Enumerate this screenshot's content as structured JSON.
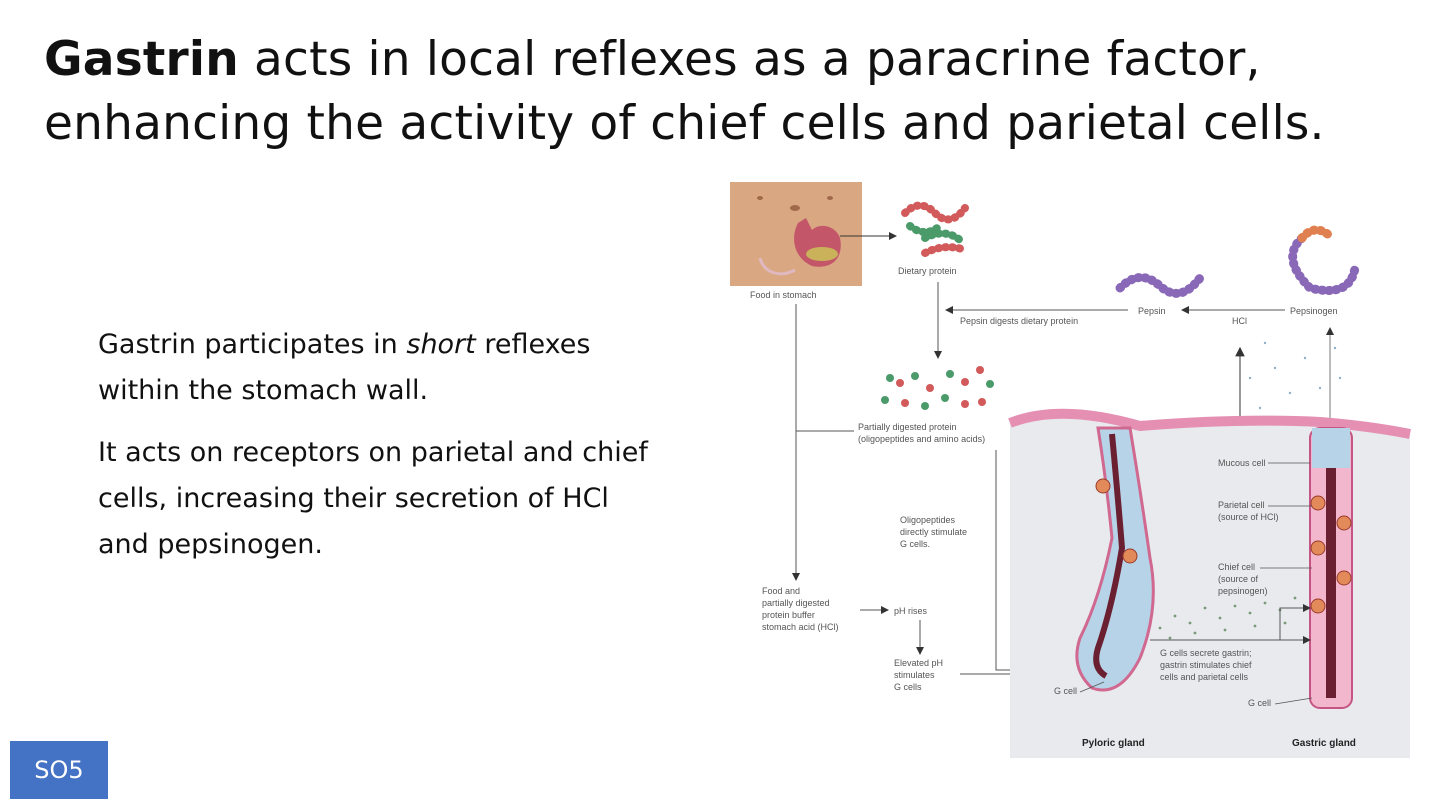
{
  "title": {
    "bold": "Gastrin",
    "rest_line1": " acts in local reflexes as a paracrine factor,",
    "line2": "enhancing the activity of chief cells and parietal cells."
  },
  "body": {
    "p1_before": "Gastrin participates in ",
    "p1_italic": "short",
    "p1_after": " reflexes within the stomach wall.",
    "p2": "It acts on receptors on parietal and chief cells, increasing their secretion of HCl and pepsinogen."
  },
  "badge": {
    "label": "SO5",
    "color": "#4472c4"
  },
  "figure": {
    "food_in_stomach": "Food in stomach",
    "dietary_protein": "Dietary protein",
    "pepsin": "Pepsin",
    "pepsinogen": "Pepsinogen",
    "hcl": "HCl",
    "pepsin_digests": "Pepsin digests dietary protein",
    "partially_digested_1": "Partially digested protein",
    "partially_digested_2": "(oligopeptides and amino acids)",
    "oligo_1": "Oligopeptides",
    "oligo_2": "directly stimulate",
    "oligo_3": "G cells.",
    "buffer_1": "Food and",
    "buffer_2": "partially digested",
    "buffer_3": "protein buffer",
    "buffer_4": "stomach acid (HCl)",
    "ph_rises": "pH rises",
    "elevated_1": "Elevated pH",
    "elevated_2": "stimulates",
    "elevated_3": "G cells",
    "mucous_cell": "Mucous cell",
    "parietal_1": "Parietal cell",
    "parietal_2": "(source of HCl)",
    "chief_1": "Chief cell",
    "chief_2": "(source of",
    "chief_3": "pepsinogen)",
    "gcells_1": "G cells secrete gastrin;",
    "gcells_2": "gastrin stimulates chief",
    "gcells_3": "cells and parietal cells",
    "g_cell_left": "G cell",
    "g_cell_right": "G cell",
    "pyloric_gland": "Pyloric gland",
    "gastric_gland": "Gastric gland"
  }
}
